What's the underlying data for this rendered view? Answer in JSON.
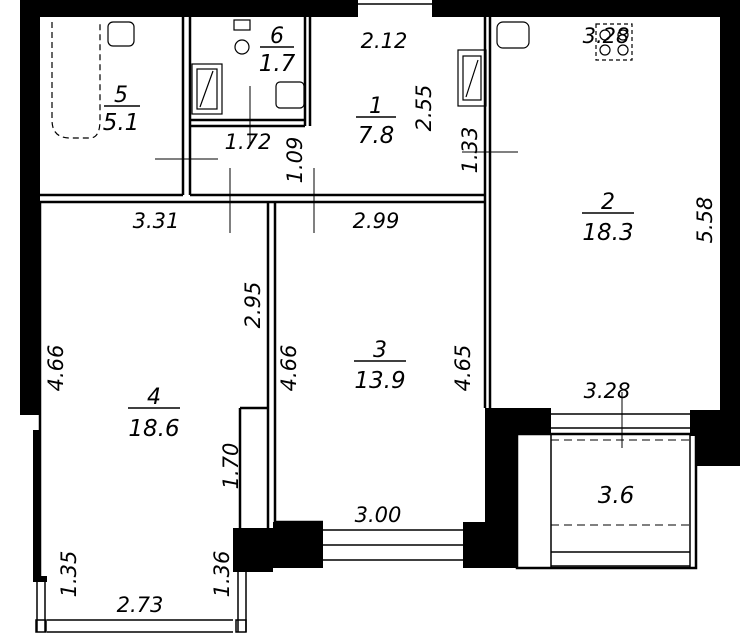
{
  "rooms": [
    {
      "id": "room-1",
      "number": "1",
      "area": "7.8"
    },
    {
      "id": "room-2",
      "number": "2",
      "area": "18.3"
    },
    {
      "id": "room-3",
      "number": "3",
      "area": "13.9"
    },
    {
      "id": "room-4",
      "number": "4",
      "area": "18.6"
    },
    {
      "id": "room-5",
      "number": "5",
      "area": "5.1"
    },
    {
      "id": "room-6",
      "number": "6",
      "area": "1.7"
    },
    {
      "id": "balcony",
      "number": "",
      "area": "3.6"
    }
  ],
  "dimensions": {
    "d_2_12": "2.12",
    "d_2_55": "2.55",
    "d_1_72": "1.72",
    "d_1_09": "1.09",
    "d_1_33": "1.33",
    "d_3_28_top": "3.28",
    "d_5_58": "5.58",
    "d_3_31": "3.31",
    "d_2_99": "2.99",
    "d_2_95": "2.95",
    "d_4_66_left": "4.66",
    "d_4_66_mid": "4.66",
    "d_4_65": "4.65",
    "d_3_28_bottom": "3.28",
    "d_1_70": "1.70",
    "d_3_00": "3.00",
    "d_1_35": "1.35",
    "d_1_36": "1.36",
    "d_2_73": "2.73"
  }
}
